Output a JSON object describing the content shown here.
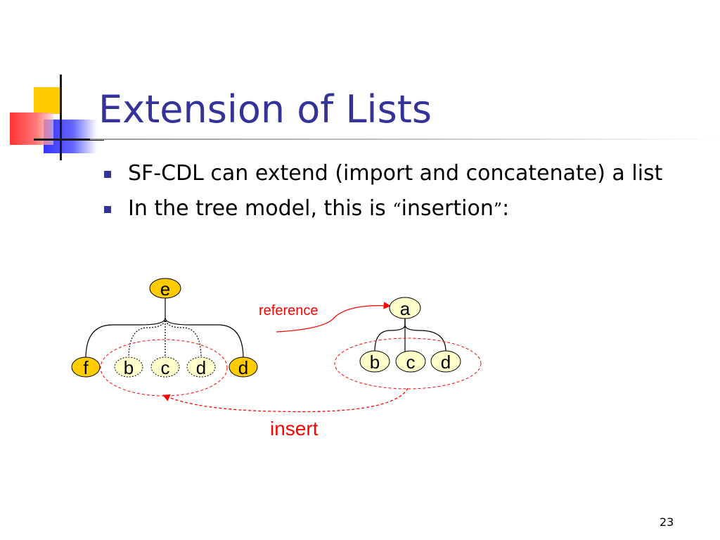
{
  "slide": {
    "title": "Extension of Lists",
    "bullets": [
      "SF-CDL can extend (import and concatenate) a list",
      {
        "before": "In the tree model, this is ",
        "open_quote": "“",
        "word": "insertion",
        "close_quote": "”",
        "after": ":"
      }
    ],
    "page_number": "23"
  },
  "diagram": {
    "left_tree": {
      "root": "e",
      "children": [
        "f",
        "b",
        "c",
        "d",
        "d"
      ]
    },
    "right_tree": {
      "root": "a",
      "children": [
        "b",
        "c",
        "d"
      ]
    },
    "labels": {
      "reference": "reference",
      "insert": "insert"
    }
  },
  "colors": {
    "title": "#333399",
    "bullet_marker": "#333399",
    "node_dark": "#FFCC00",
    "node_light": "#FFFFCC",
    "annotation": "#FF0000",
    "deco_yellow": "#FFCC00",
    "deco_blue": "#3333FF",
    "deco_red": "#FF3333"
  }
}
